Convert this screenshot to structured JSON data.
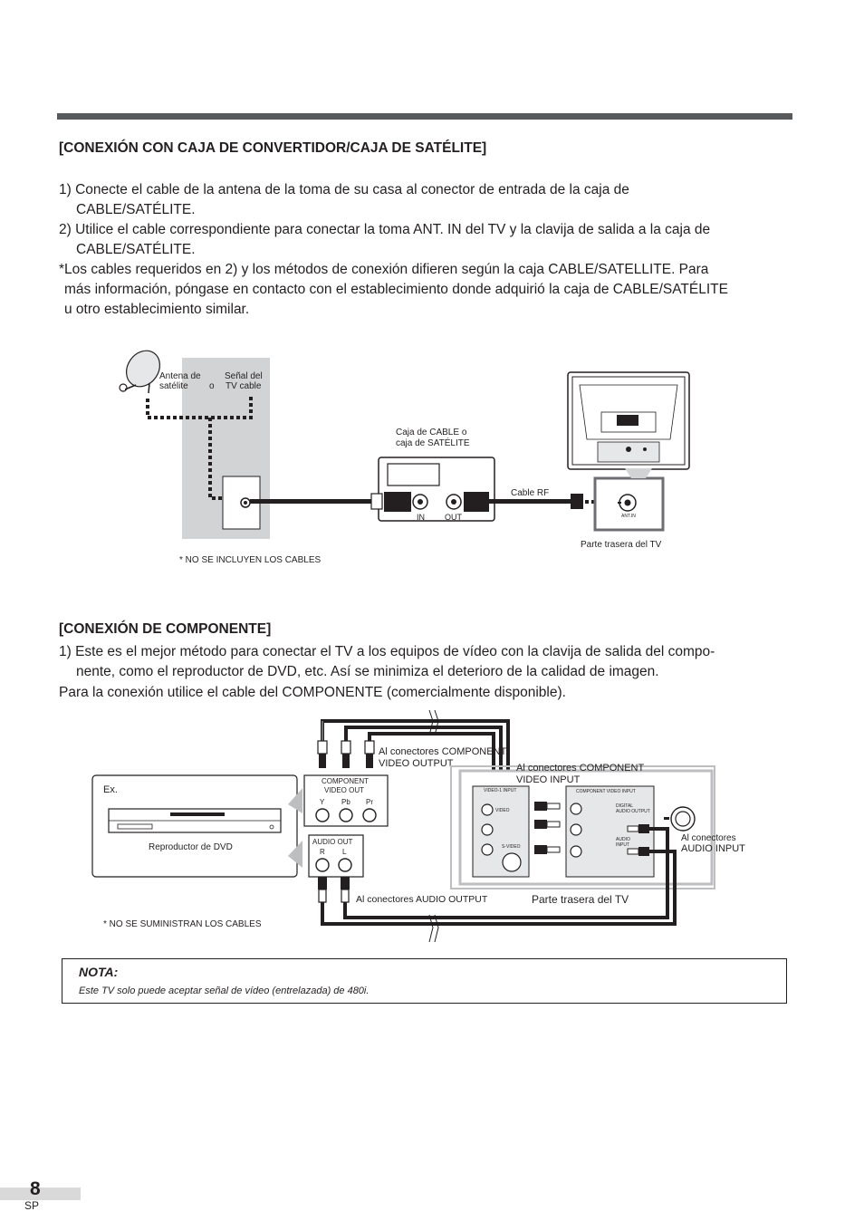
{
  "section1": {
    "heading": "[CONEXIÓN CON CAJA DE CONVERTIDOR/CAJA DE SATÉLITE]",
    "lines": [
      "1) Conecte el cable de la antena de la toma de su casa al conector de entrada de la caja de",
      "CABLE/SATÉLITE.",
      "2) Utilice el cable correspondiente para conectar la toma ANT. IN del TV y la clavija de salida a la caja de",
      "CABLE/SATÉLITE.",
      "*Los cables requeridos en 2) y los métodos de conexión difieren según la caja CABLE/SATELLITE. Para",
      "más información, póngase en contacto con el establecimiento donde adquirió la caja de CABLE/SATÉLITE",
      "u otro establecimiento similar."
    ]
  },
  "diagram1": {
    "antenna_label_1": "Antena de",
    "antenna_label_2": "satélite",
    "or_label": "o",
    "tvcable_label_1": "Señal del",
    "tvcable_label_2": "TV cable",
    "box_label_1": "Caja de CABLE o",
    "box_label_2": "caja de SATÉLITE",
    "in_label": "IN",
    "out_label": "OUT",
    "cable_rf_label": "Cable RF",
    "ant_in_label": "ANT.IN",
    "tv_rear_label": "Parte trasera del TV",
    "no_cables_label": "* NO SE INCLUYEN LOS CABLES"
  },
  "section2": {
    "heading": "[CONEXIÓN DE COMPONENTE]",
    "lines": [
      "1) Este es el mejor método para conectar el TV a los equipos de vídeo con la clavija de salida del compo-",
      "nente, como el reproductor de DVD, etc. Así se minimiza el deterioro de la calidad de imagen.",
      "Para la conexión utilice el cable del COMPONENTE (comercialmente disponible)."
    ]
  },
  "diagram2": {
    "ex_label": "Ex.",
    "dvd_label": "Reproductor de DVD",
    "component_video_out_1": "COMPONENT",
    "component_video_out_2": "VIDEO OUT",
    "y_label": "Y",
    "pb_label": "Pb",
    "pr_label": "Pr",
    "audio_out_label": "AUDIO OUT",
    "r_label": "R",
    "l_label": "L",
    "to_component_output_1": "Al conectores COMPONENT",
    "to_component_output_2": "VIDEO OUTPUT",
    "to_component_input_1": "Al conectores COMPONENT",
    "to_component_input_2": "VIDEO INPUT",
    "video1_input_label": "VIDEO-1 INPUT",
    "component_video_input_label": "COMPONENT VIDEO INPUT",
    "digital_audio_output_label_1": "DIGITAL",
    "digital_audio_output_label_2": "AUDIO OUTPUT",
    "video_label": "VIDEO",
    "s_video_label": "S-VIDEO",
    "audio_input_small_1": "AUDIO",
    "audio_input_small_2": "INPUT",
    "to_audio_input_1": "Al conectores",
    "to_audio_input_2": "AUDIO INPUT",
    "to_audio_output": "Al conectores AUDIO OUTPUT",
    "tv_rear_label": "Parte trasera del TV",
    "no_cables_label": "* NO SE SUMINISTRAN LOS CABLES"
  },
  "note": {
    "title": "NOTA:",
    "body": "Este TV solo puede aceptar señal de vídeo (entrelazada) de 480i."
  },
  "footer": {
    "page_number": "8",
    "language": "SP"
  }
}
